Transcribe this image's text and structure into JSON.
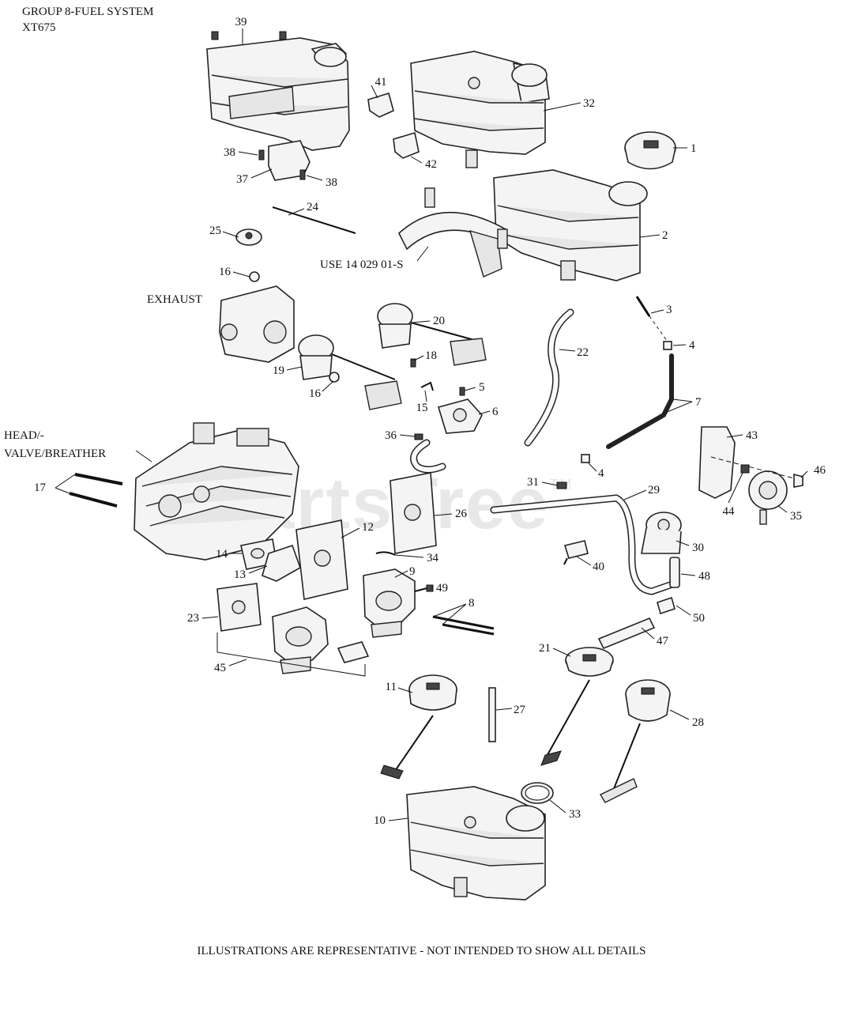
{
  "header": {
    "line1": "GROUP 8-FUEL SYSTEM",
    "line2": "XT675"
  },
  "footer": "ILLUSTRATIONS ARE REPRESENTATIVE - NOT INTENDED TO SHOW ALL DETAILS",
  "watermark": {
    "text": "PartsTree",
    "tm": "TM"
  },
  "annotations": {
    "use_note": "USE 14 029 01-S",
    "exhaust": "EXHAUST",
    "head_line1": "HEAD/-",
    "head_line2": "VALVE/BREATHER"
  },
  "callouts": [
    "39",
    "41",
    "32",
    "1",
    "38",
    "37",
    "38",
    "42",
    "24",
    "25",
    "2",
    "16",
    "3",
    "4",
    "20",
    "22",
    "18",
    "19",
    "16",
    "5",
    "7",
    "15",
    "6",
    "36",
    "43",
    "4",
    "46",
    "31",
    "29",
    "35",
    "17",
    "26",
    "12",
    "44",
    "30",
    "14",
    "34",
    "40",
    "13",
    "9",
    "48",
    "49",
    "23",
    "8",
    "50",
    "45",
    "47",
    "21",
    "11",
    "27",
    "28",
    "33",
    "10"
  ]
}
